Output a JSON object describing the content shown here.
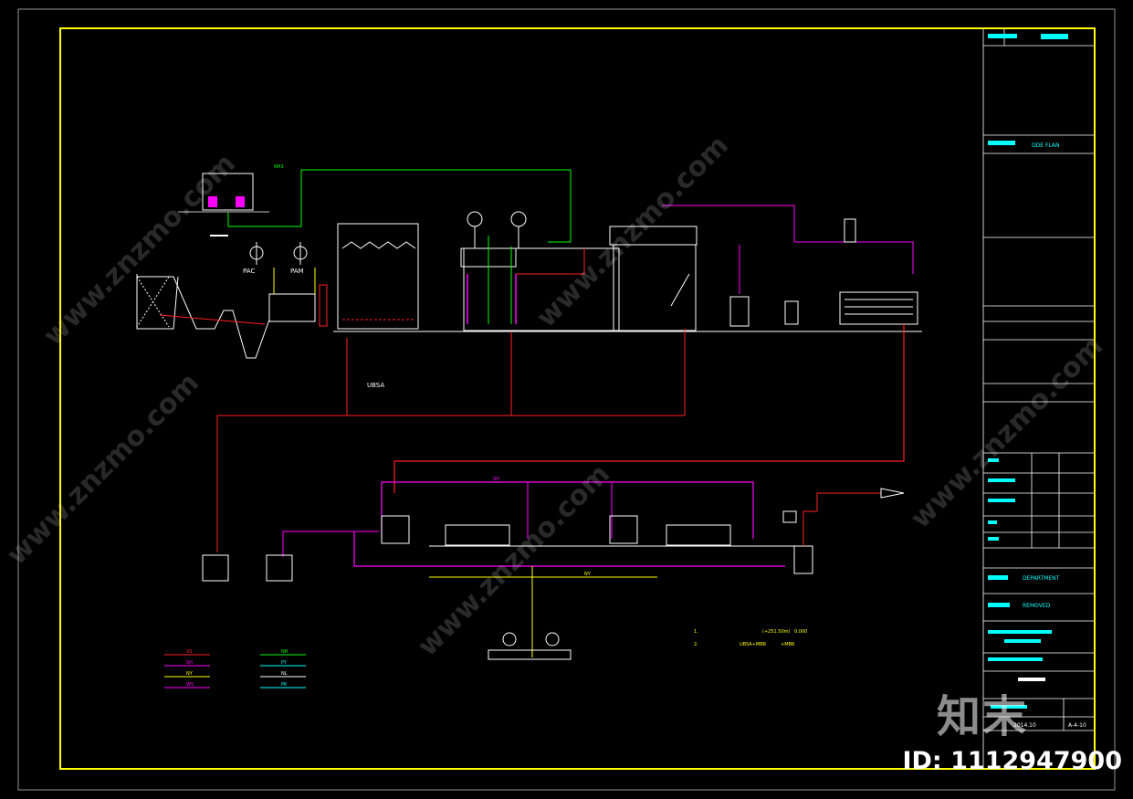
{
  "colors": {
    "frame": "#ffff00",
    "table": "#ffffff",
    "red": "#ff2020",
    "magenta": "#ff00ff",
    "green": "#00ff00",
    "cyan": "#00ffff",
    "yellow": "#ffff00",
    "white": "#ffffff"
  },
  "labels": {
    "pac": "PAC",
    "pam": "PAM",
    "ubsa": "UBSA",
    "nh3": "NH3",
    "sh": "SH",
    "ny": "NY"
  },
  "notes": {
    "line1": "1.",
    "line1_level": "(+251.50m)",
    "line1_zero": "0.000",
    "line2": "2.",
    "line2_proc": "UBSA+MBR",
    "line2_tail": "+MBR"
  },
  "legend": {
    "left": [
      "XS",
      "SH",
      "NY",
      "WS"
    ],
    "right": [
      "NH",
      "PY",
      "NL",
      "PK"
    ]
  },
  "title_block": {
    "design_code": "DDE FLAN",
    "client": "DEPARTMENT",
    "project": "REMOVED",
    "scale_label": "",
    "date": "2014.10",
    "sheet": "A-4-10"
  },
  "watermark": {
    "site": "www.znzmo.com",
    "logo": "知末",
    "id": "ID: 1112947900"
  }
}
